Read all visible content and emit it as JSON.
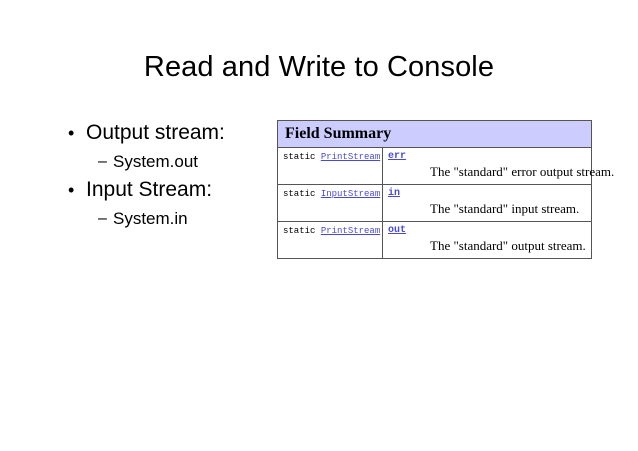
{
  "slide": {
    "title": "Read and Write to Console",
    "background_color": "#ffffff"
  },
  "bullets": [
    {
      "level": 1,
      "marker": "•",
      "text": "Output stream:"
    },
    {
      "level": 2,
      "marker": "–",
      "text": "System.out"
    },
    {
      "level": 1,
      "marker": "•",
      "text": "Input Stream:"
    },
    {
      "level": 2,
      "marker": "–",
      "text": "System.in"
    }
  ],
  "field_summary": {
    "header": "Field Summary",
    "header_bg_color": "#ccccff",
    "link_color": "#4a4ad6",
    "border_color": "#555555",
    "rows": [
      {
        "modifier": "static",
        "type": "PrintStream",
        "field": "err",
        "description": "The \"standard\" error output stream."
      },
      {
        "modifier": "static",
        "type": "InputStream",
        "field": "in",
        "description": "The \"standard\" input stream."
      },
      {
        "modifier": "static",
        "type": "PrintStream",
        "field": "out",
        "description": "The \"standard\" output stream."
      }
    ]
  }
}
